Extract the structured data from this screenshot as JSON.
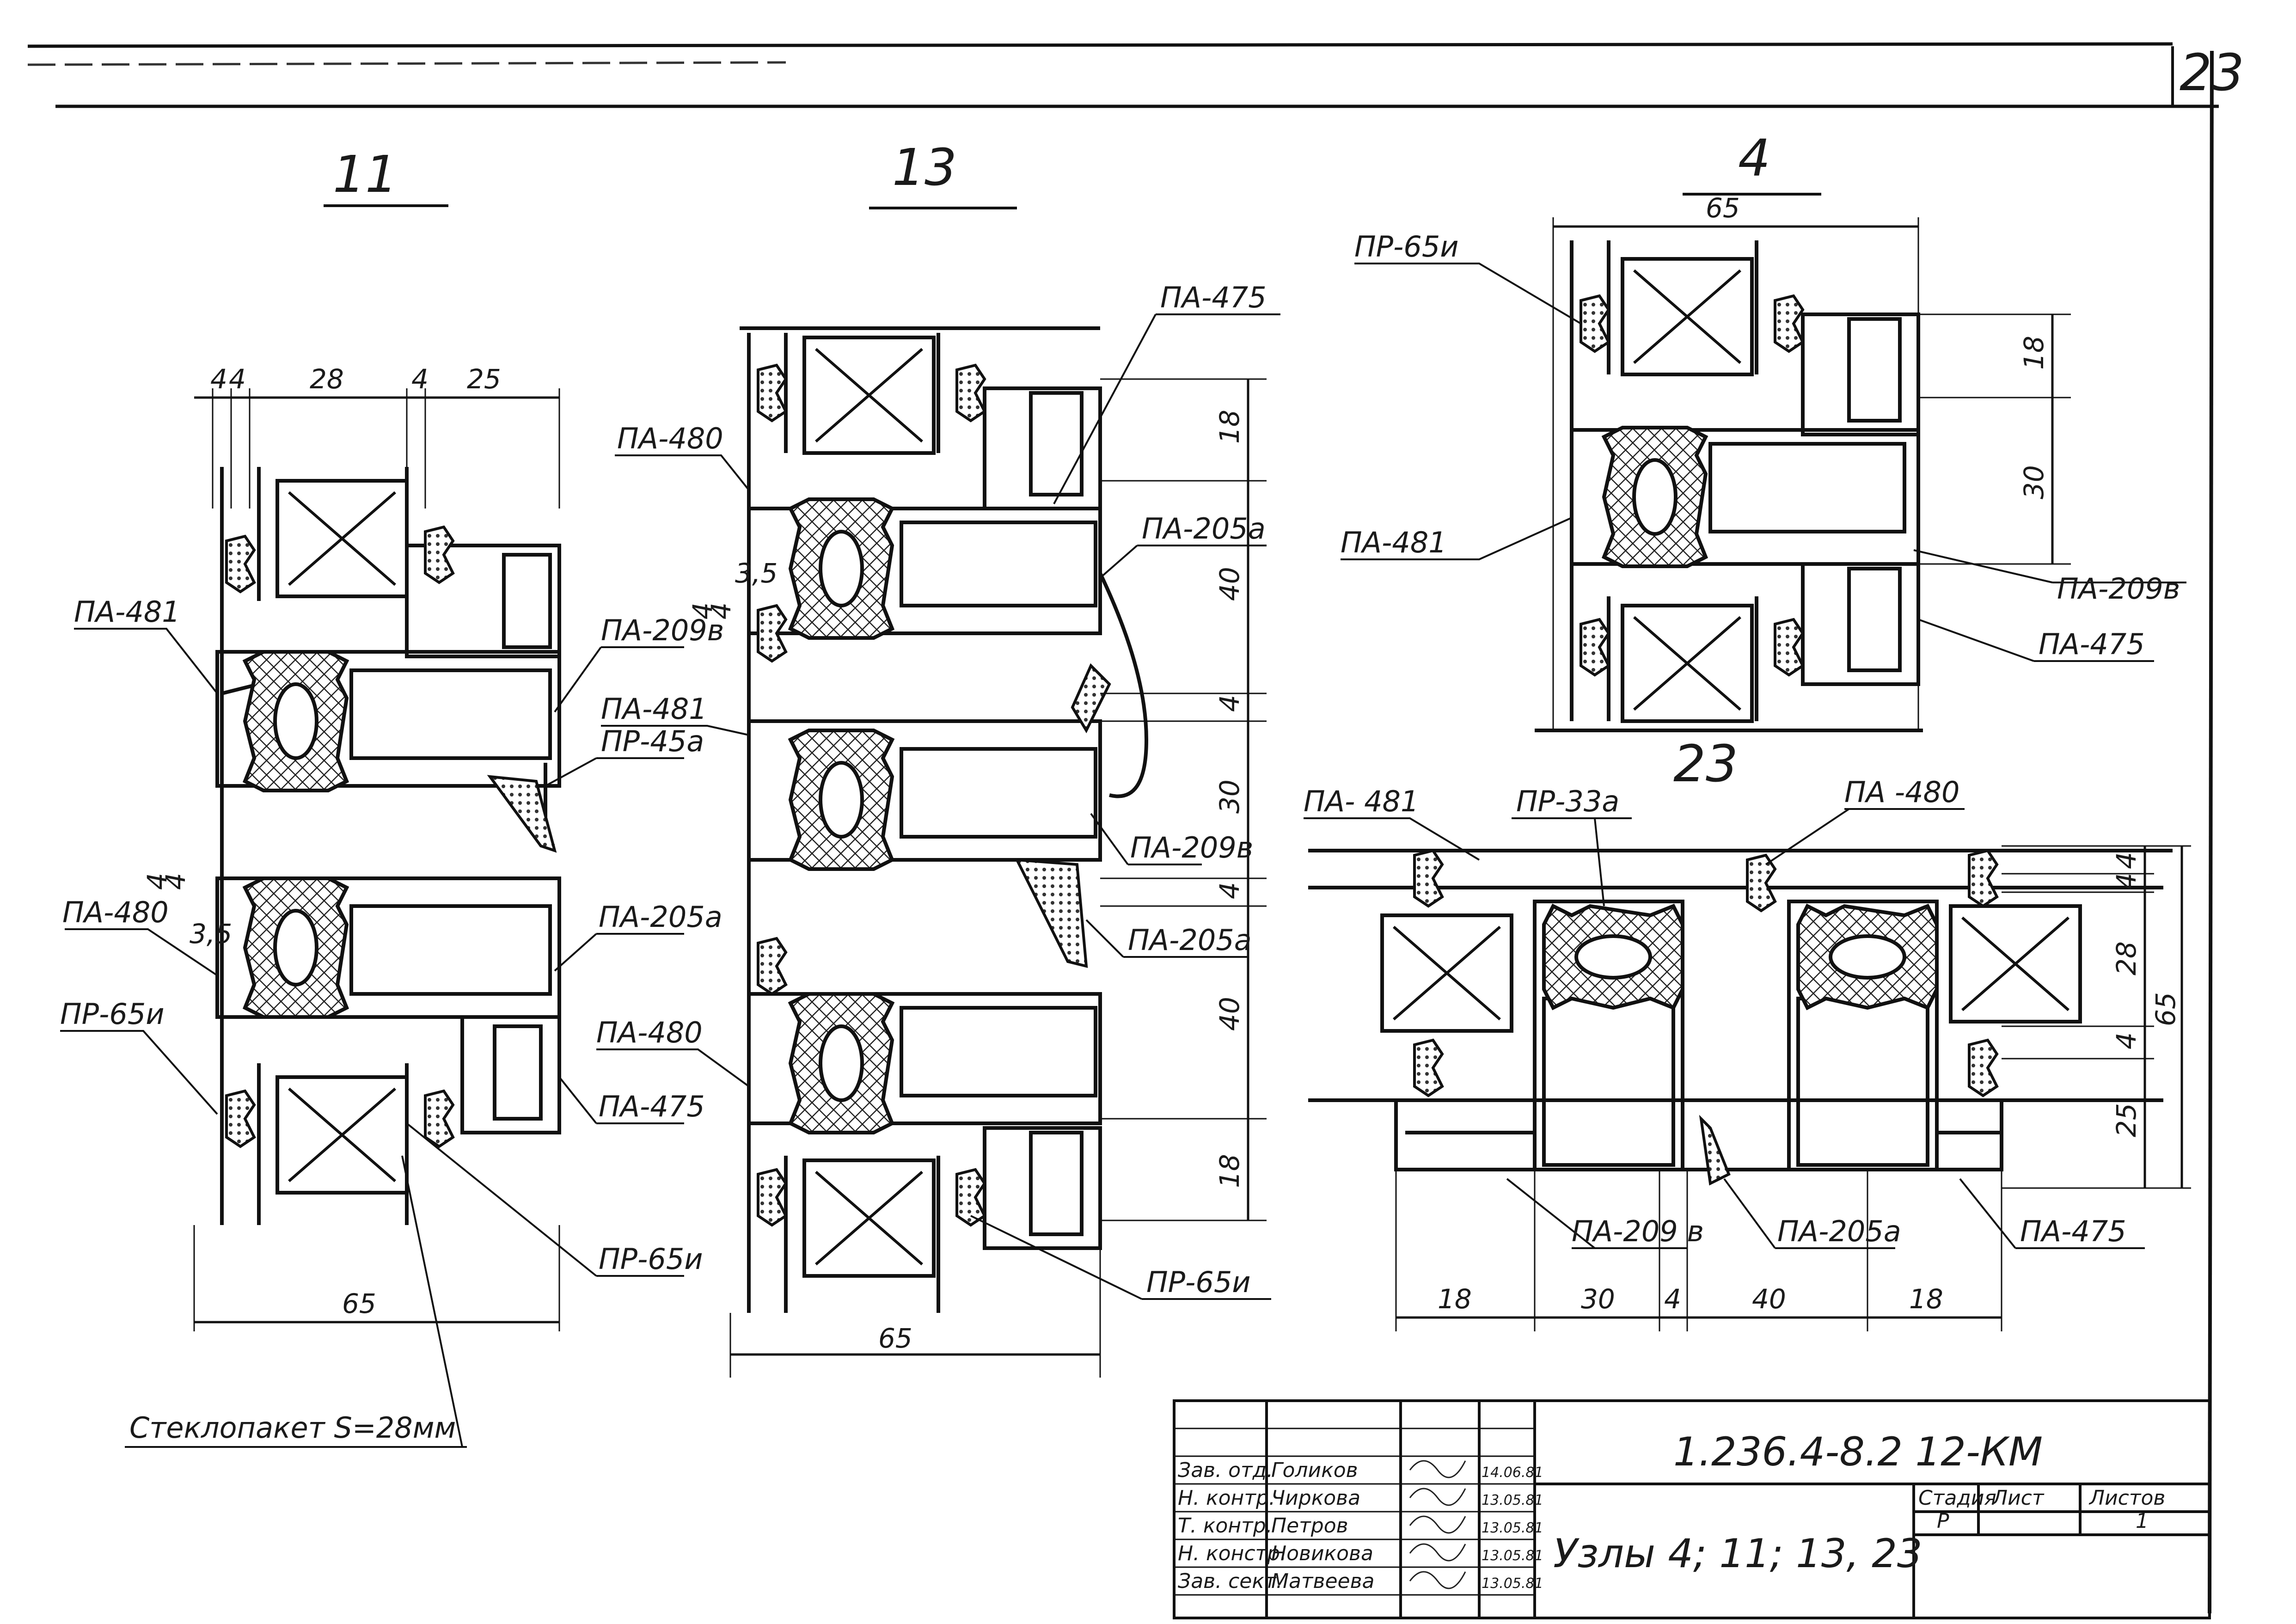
{
  "sheet_number": "23",
  "node_titles": {
    "n11": "11",
    "n13": "13",
    "n4": "4",
    "n23": "23"
  },
  "node11": {
    "dims_top": [
      "4",
      "4",
      "28",
      "4",
      "25"
    ],
    "dim_bottom": "65",
    "small_dims": [
      "4",
      "4",
      "3,5"
    ],
    "labels": {
      "pa481": "ПА-481",
      "pa209v": "ПА-209в",
      "pr45a": "ПР-45а",
      "pa480": "ПА-480",
      "pa205a": "ПА-205а",
      "pr65i_left": "ПР-65и",
      "pa475": "ПА-475",
      "pr65i": "ПР-65и"
    },
    "note": "Стеклопакет S=28мм"
  },
  "node13": {
    "labels": {
      "pa475": "ПА-475",
      "pa480_top": "ПА-480",
      "pa205a_top": "ПА-205а",
      "pa481": "ПА-481",
      "pa209v": "ПА-209в",
      "pa205a_mid": "ПА-205а",
      "pa480_bot": "ПА-480",
      "pr65i": "ПР-65и"
    },
    "small_dims": [
      "3,5",
      "4",
      "4"
    ],
    "dims_right": [
      "18",
      "40",
      "4",
      "30",
      "4",
      "40",
      "18"
    ],
    "dim_bottom": "65"
  },
  "node4": {
    "dim_top": "65",
    "dims_right": [
      "18",
      "30"
    ],
    "labels": {
      "pr65i": "ПР-65и",
      "pa481": "ПА-481",
      "pa209v": "ПА-209в",
      "pa475": "ПА-475"
    }
  },
  "node23": {
    "labels": {
      "pa481": "ПА- 481",
      "pr33a": "ПР-33а",
      "pa480": "ПА -480",
      "pa209v": "ПА-209 в",
      "pa205a": "ПА-205а",
      "pa475": "ПА-475"
    },
    "dims_bottom": [
      "18",
      "30",
      "4",
      "40",
      "18"
    ],
    "dims_right": [
      "4",
      "4",
      "28",
      "4",
      "25"
    ],
    "dim_total": "65"
  },
  "title_block": {
    "designation": "1.236.4-8.2  12-КМ",
    "sheet_title": "Узлы 4; 11; 13, 23",
    "headers": {
      "stage": "Стадия",
      "sheet": "Лист",
      "sheets": "Листов"
    },
    "values": {
      "stage": "Р",
      "sheets": "1"
    },
    "people": [
      {
        "role": "Зав. отд.",
        "name": "Голиков",
        "date": "14.06.81"
      },
      {
        "role": "Н. контр.",
        "name": "Чиркова",
        "date": "13.05.81"
      },
      {
        "role": "Т. контр.",
        "name": "Петров",
        "date": "13.05.81"
      },
      {
        "role": "Н. констр.",
        "name": "Новикова",
        "date": "13.05.81"
      },
      {
        "role": "Зав. сект.",
        "name": "Матвеева",
        "date": "13.05.81"
      }
    ]
  }
}
